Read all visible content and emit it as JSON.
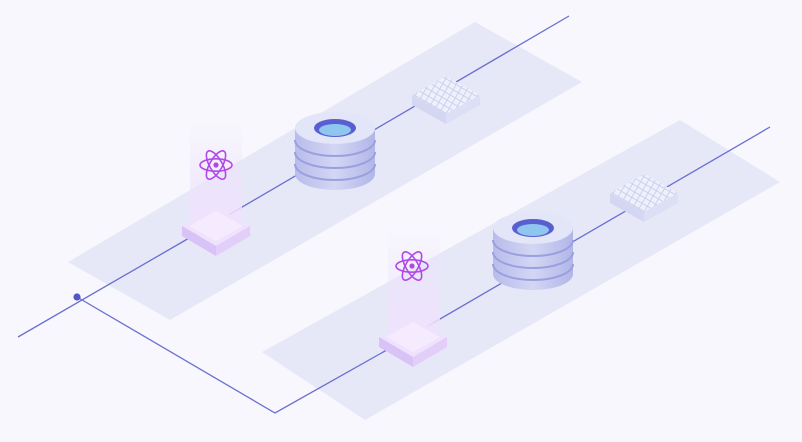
{
  "colors": {
    "background": "#f7f7fd",
    "lane_fill": "#e6e8f7",
    "line": "#6a6fd0",
    "node_dot": "#5058c6",
    "db_body": "#c9ccee",
    "db_band": "#a9ade4",
    "db_top_ring": "#5a5fd0",
    "db_top_inner": "#8fc6ef",
    "chip_fill": "#eceefa",
    "chip_pattern": "#c7cbe9",
    "frontend_box": "#ead8fb",
    "react_logo": "#b04ae6",
    "beam": "#f1e6fd"
  },
  "diagram": {
    "lanes": [
      {
        "components": [
          {
            "type": "frontend",
            "icon": "react-icon"
          },
          {
            "type": "database",
            "icon": "database-icon"
          },
          {
            "type": "service",
            "icon": "chip-icon"
          }
        ]
      },
      {
        "components": [
          {
            "type": "frontend",
            "icon": "react-icon"
          },
          {
            "type": "database",
            "icon": "database-icon"
          },
          {
            "type": "service",
            "icon": "chip-icon"
          }
        ]
      }
    ]
  }
}
